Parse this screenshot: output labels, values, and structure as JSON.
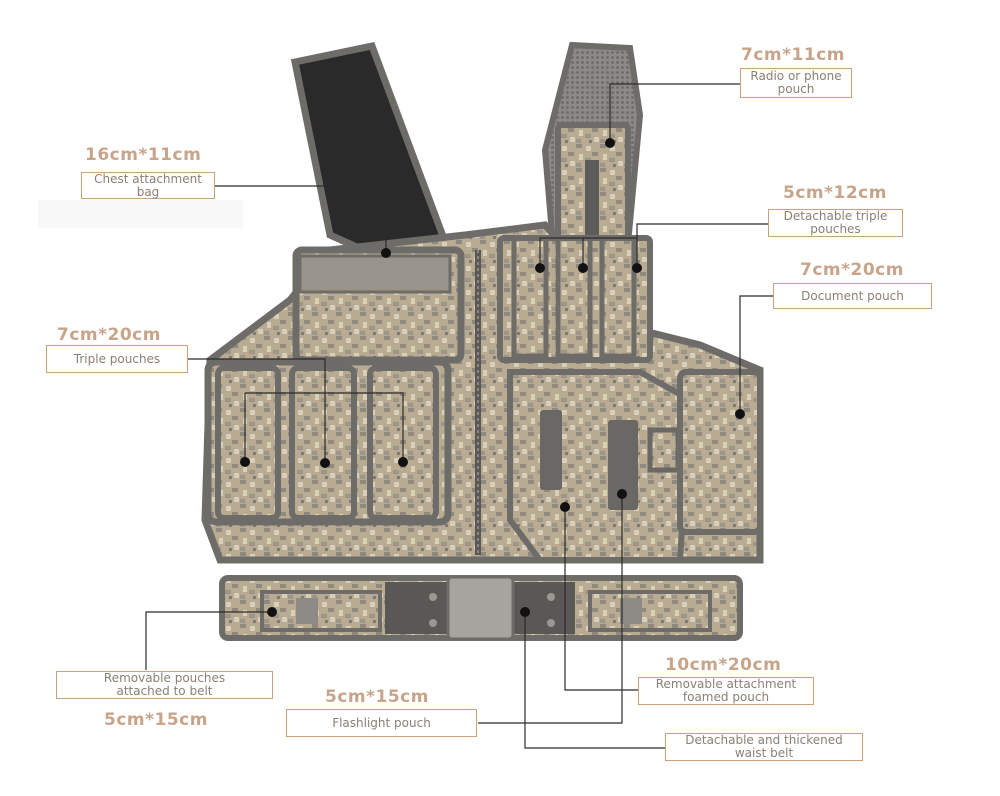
{
  "callouts": [
    {
      "id": "radio",
      "size": "7cm*11cm",
      "label": "Radio or phone\npouch"
    },
    {
      "id": "chest",
      "size": "16cm*11cm",
      "label": "Chest attachment bag"
    },
    {
      "id": "detach-triple",
      "size": "5cm*12cm",
      "label": "Detachable triple\npouches"
    },
    {
      "id": "document",
      "size": "7cm*20cm",
      "label": "Document pouch"
    },
    {
      "id": "triple",
      "size": "7cm*20cm",
      "label": "Triple pouches"
    },
    {
      "id": "belt-pouches",
      "size": "5cm*15cm",
      "label": "Removable pouches\nattached to belt"
    },
    {
      "id": "flashlight",
      "size": "5cm*15cm",
      "label": "Flashlight pouch"
    },
    {
      "id": "foamed",
      "size": "10cm*20cm",
      "label": "Removable attachment\nfoamed pouch"
    },
    {
      "id": "waist-belt",
      "size": "",
      "label": "Detachable and thickened\nwaist belt"
    }
  ],
  "colors": {
    "label_border": "#c9a27c",
    "label_text": "#8a7f74",
    "dimension_text": "#c7a48a",
    "leader_line": "#2b2b2b",
    "camo_base": "#b5a88e",
    "binding": "#6e6c68"
  }
}
